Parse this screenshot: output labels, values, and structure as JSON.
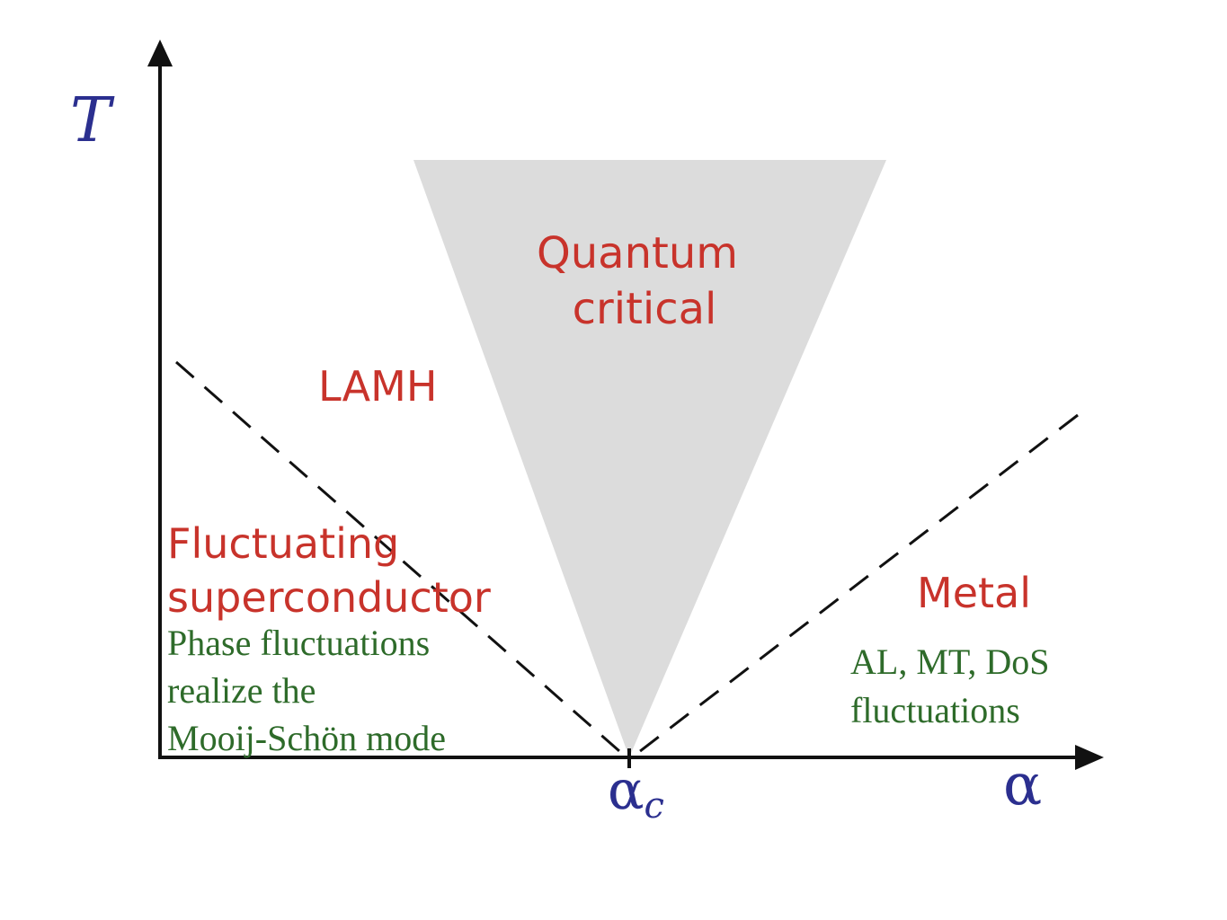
{
  "colors": {
    "axis": "#111111",
    "axis_label": "#2b2f8f",
    "region_label": "#c8332b",
    "note_label": "#2e6b2a",
    "critical_fan_fill": "#dcdcdc",
    "crossover_line": "#111111"
  },
  "axes": {
    "y_label": "T",
    "x_label": "α",
    "critical_point": {
      "symbol": "α",
      "subscript": "c"
    }
  },
  "regions": {
    "quantum_critical": {
      "line1": "Quantum",
      "line2": "critical"
    },
    "lamh": "LAMH",
    "fluctuating_superconductor": {
      "line1": "Fluctuating",
      "line2": "superconductor"
    },
    "metal": "Metal"
  },
  "notes": {
    "superconductor_side": {
      "line1": "Phase fluctuations",
      "line2": "realize the",
      "line3": "Mooij-Schön mode"
    },
    "metal_side": {
      "line1": "AL, MT, DoS",
      "line2": "fluctuations"
    }
  }
}
